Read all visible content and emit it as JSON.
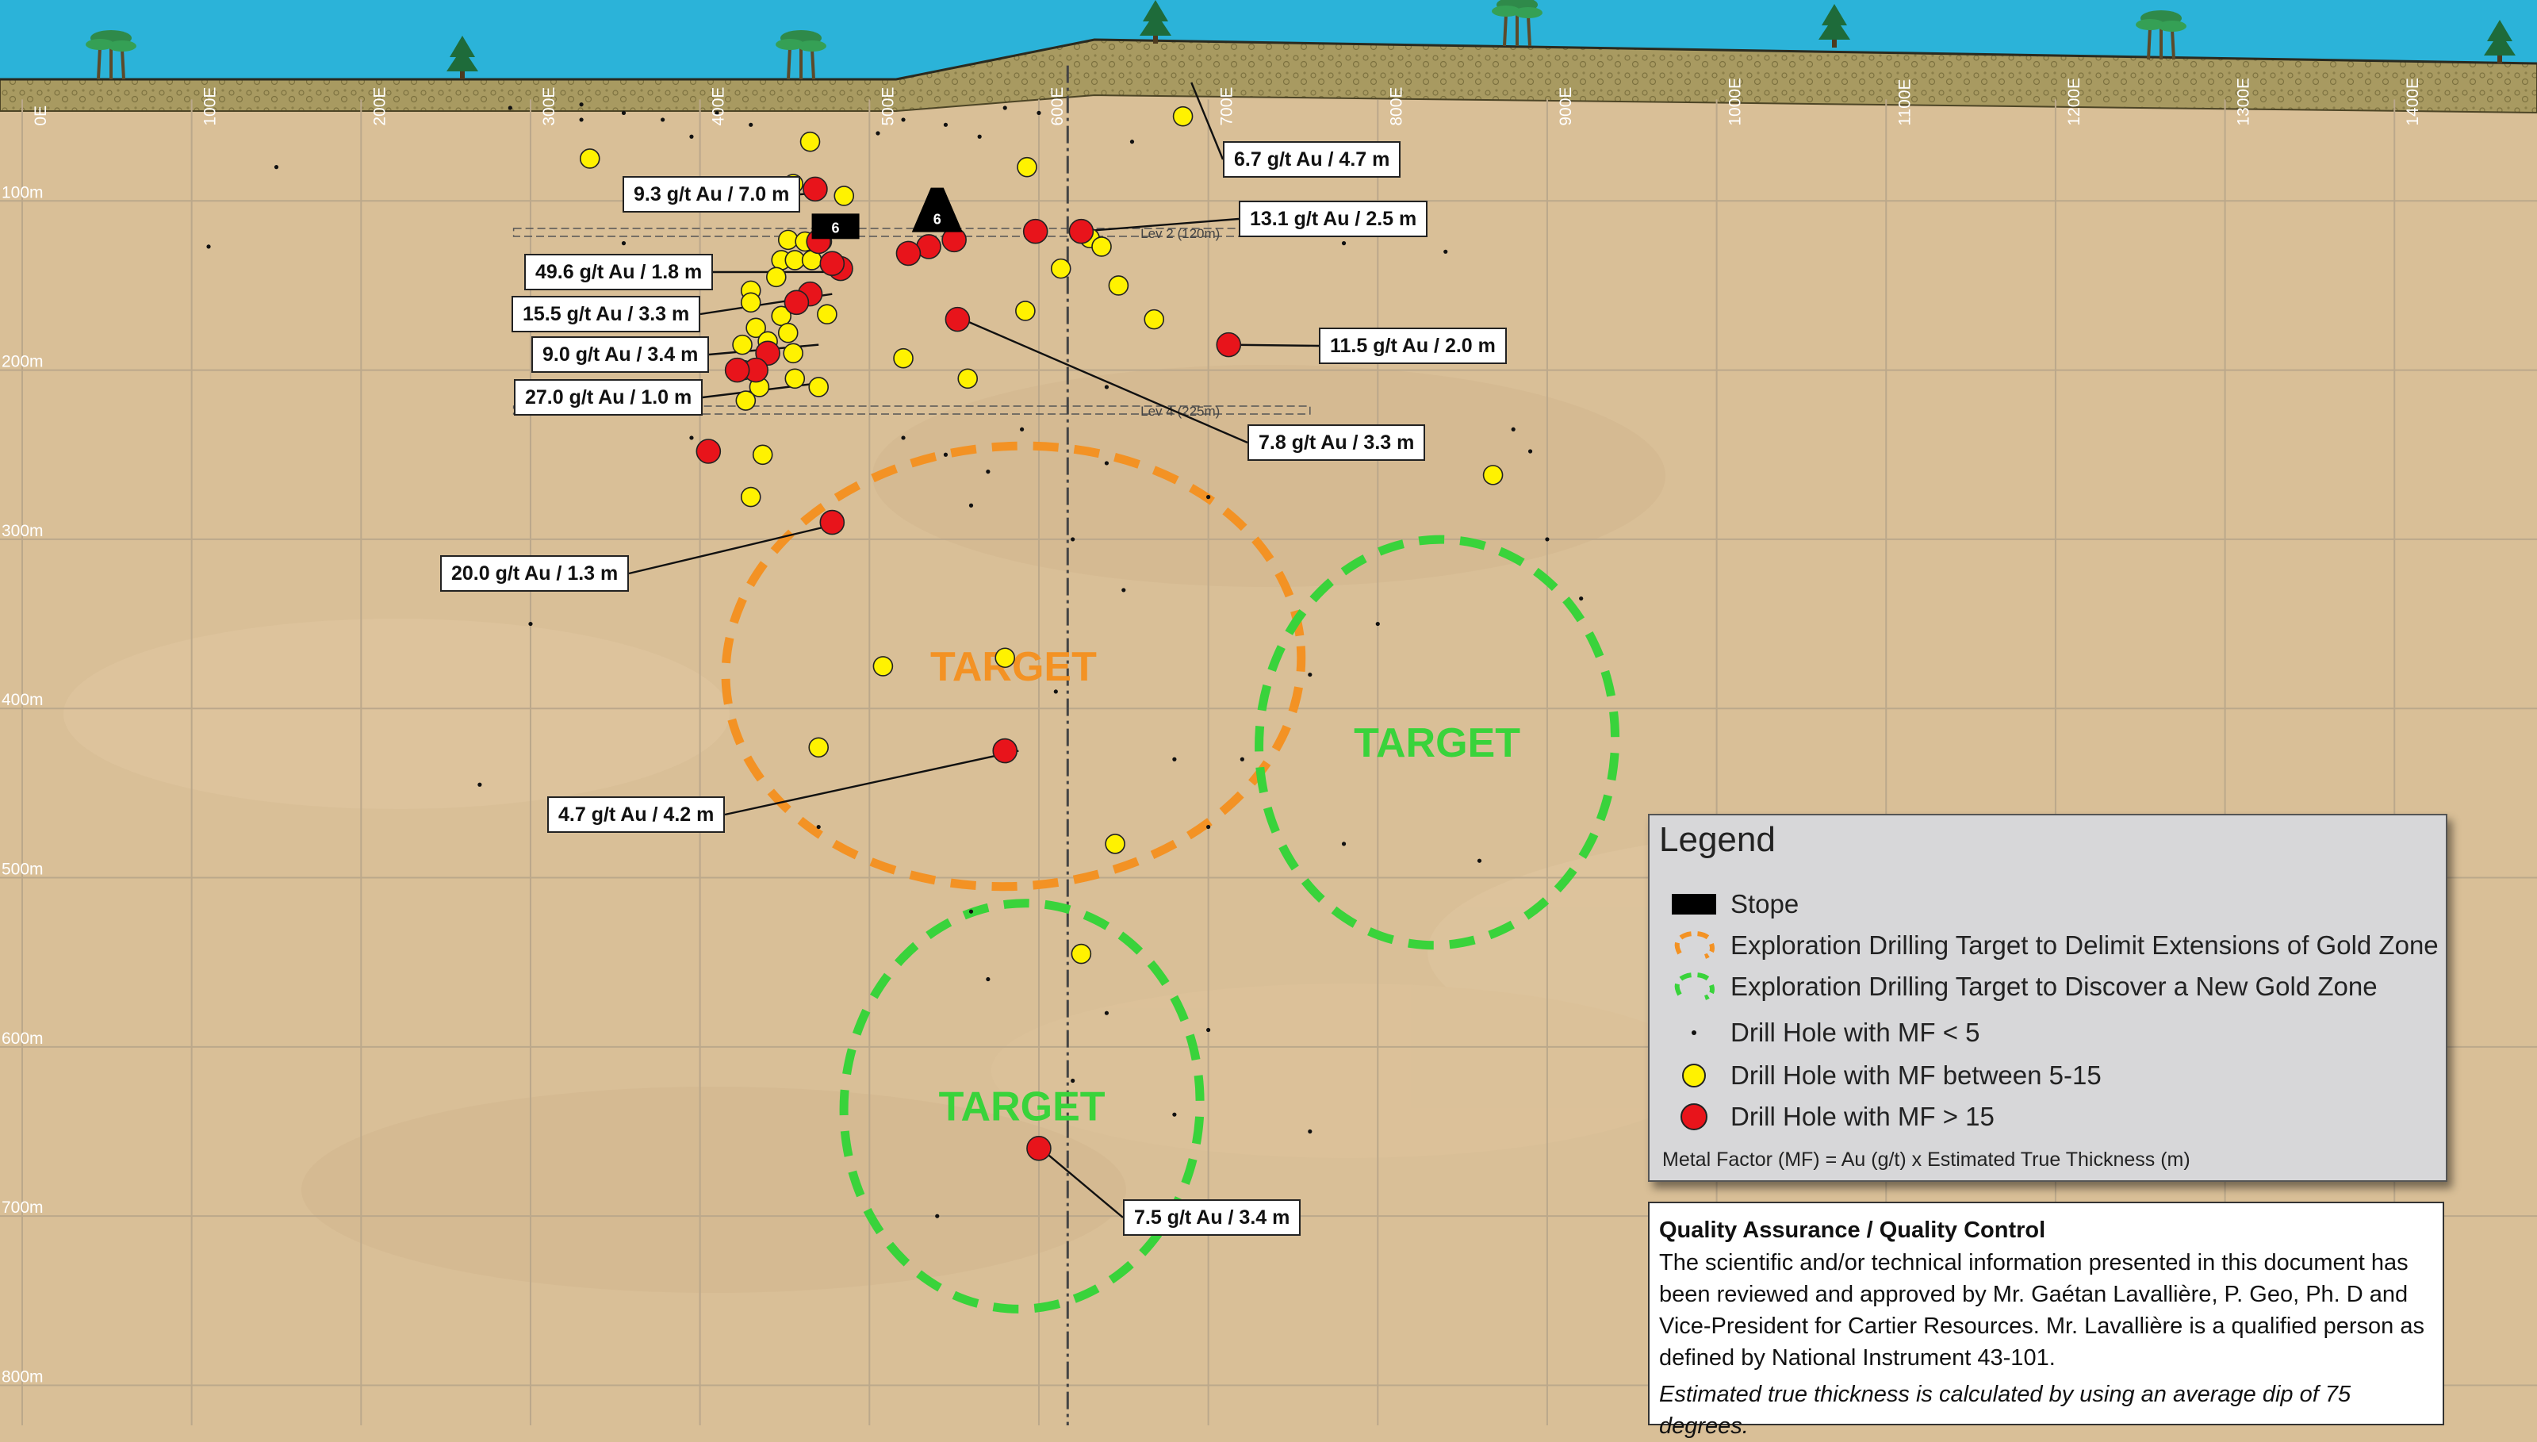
{
  "easting_labels": [
    "0E",
    "100E",
    "200E",
    "300E",
    "400E",
    "500E",
    "600E",
    "700E",
    "800E",
    "900E",
    "1000E",
    "1100E",
    "1200E",
    "1300E",
    "1400E"
  ],
  "depth_labels": [
    "100m",
    "200m",
    "300m",
    "400m",
    "500m",
    "600m",
    "700m",
    "800m"
  ],
  "levels": [
    {
      "label": "Lev 2 (120m)",
      "depth_m": 120
    },
    {
      "label": "Lev 4 (225m)",
      "depth_m": 225
    }
  ],
  "stopes": [
    {
      "label": "6",
      "e": 480,
      "d": 115
    },
    {
      "label": "6",
      "e": 540,
      "d": 110
    }
  ],
  "target_labels": {
    "orange": "TARGET",
    "green": "TARGET"
  },
  "targets": [
    {
      "kind": "orange",
      "e": 585,
      "d": 375
    },
    {
      "kind": "green",
      "e": 835,
      "d": 420
    },
    {
      "kind": "green",
      "e": 590,
      "d": 635
    }
  ],
  "intercepts": [
    {
      "text": "9.3 g/t Au / 7.0 m",
      "e": 473,
      "d": 95
    },
    {
      "text": "6.7 g/t Au / 4.7 m",
      "e": 690,
      "d": 30
    },
    {
      "text": "13.1 g/t Au / 2.5 m",
      "e": 625,
      "d": 118
    },
    {
      "text": "49.6 g/t Au / 1.8 m",
      "e": 483,
      "d": 142
    },
    {
      "text": "15.5 g/t Au / 3.3 m",
      "e": 478,
      "d": 155
    },
    {
      "text": "9.0 g/t Au / 3.4 m",
      "e": 470,
      "d": 185
    },
    {
      "text": "11.5 g/t Au / 2.0 m",
      "e": 712,
      "d": 185
    },
    {
      "text": "27.0 g/t Au / 1.0 m",
      "e": 468,
      "d": 208
    },
    {
      "text": "7.8 g/t Au / 3.3 m",
      "e": 555,
      "d": 170
    },
    {
      "text": "20.0 g/t Au / 1.3 m",
      "e": 485,
      "d": 290
    },
    {
      "text": "4.7 g/t Au / 4.2 m",
      "e": 588,
      "d": 425
    },
    {
      "text": "7.5 g/t Au / 3.4 m",
      "e": 601,
      "d": 660
    }
  ],
  "legend": {
    "title": "Legend",
    "items": [
      {
        "symbol": "stope",
        "label": "Stope"
      },
      {
        "symbol": "orange-dash",
        "label": "Exploration Drilling Target to Delimit Extensions of Gold Zone"
      },
      {
        "symbol": "green-dash",
        "label": "Exploration Drilling Target to Discover a New Gold Zone"
      },
      {
        "symbol": "black-dot",
        "label": "Drill Hole with MF  < 5"
      },
      {
        "symbol": "yellow-dot",
        "label": "Drill Hole with MF between 5-15"
      },
      {
        "symbol": "red-dot",
        "label": "Drill Hole with MF > 15"
      }
    ],
    "note": "Metal Factor (MF) = Au (g/t) x Estimated True Thickness (m)"
  },
  "qaqc": {
    "title": "Quality Assurance / Quality Control",
    "body": "The scientific and/or technical information presented in this document has been reviewed and approved by Mr. Gaétan Lavallière, P. Geo, Ph. D and Vice-President for Cartier Resources. Mr. Lavallière is a qualified person as defined by National Instrument 43-101.",
    "note": "Estimated true thickness is calculated by using an average dip of 75 degrees."
  },
  "colors": {
    "sky": "#2bb3d9",
    "overburden": "#a89a61",
    "rock": "#d9bf97",
    "grid": "#bba88b",
    "orange_target": "#f39224",
    "green_target": "#39d33b",
    "mf_high": "#e8141b",
    "mf_mid": "#fff200",
    "mf_low": "#111111",
    "stope": "#000000"
  },
  "drill_holes": {
    "red": [
      {
        "e": 468,
        "d": 93
      },
      {
        "e": 598,
        "d": 118
      },
      {
        "e": 625,
        "d": 118
      },
      {
        "e": 550,
        "d": 123
      },
      {
        "e": 535,
        "d": 127
      },
      {
        "e": 523,
        "d": 131
      },
      {
        "e": 483,
        "d": 140
      },
      {
        "e": 478,
        "d": 137
      },
      {
        "e": 465,
        "d": 155
      },
      {
        "e": 457,
        "d": 160
      },
      {
        "e": 440,
        "d": 190
      },
      {
        "e": 433,
        "d": 200
      },
      {
        "e": 552,
        "d": 170
      },
      {
        "e": 712,
        "d": 185
      },
      {
        "e": 422,
        "d": 200
      },
      {
        "e": 405,
        "d": 248
      },
      {
        "e": 478,
        "d": 290
      },
      {
        "e": 580,
        "d": 425
      },
      {
        "e": 600,
        "d": 660
      },
      {
        "e": 470,
        "d": 124
      }
    ],
    "yellow": [
      {
        "e": 335,
        "d": 75
      },
      {
        "e": 465,
        "d": 65
      },
      {
        "e": 593,
        "d": 80
      },
      {
        "e": 685,
        "d": 50
      },
      {
        "e": 485,
        "d": 97
      },
      {
        "e": 455,
        "d": 90
      },
      {
        "e": 452,
        "d": 123
      },
      {
        "e": 462,
        "d": 124
      },
      {
        "e": 472,
        "d": 124
      },
      {
        "e": 448,
        "d": 135
      },
      {
        "e": 456,
        "d": 135
      },
      {
        "e": 466,
        "d": 135
      },
      {
        "e": 445,
        "d": 145
      },
      {
        "e": 430,
        "d": 153
      },
      {
        "e": 630,
        "d": 122
      },
      {
        "e": 637,
        "d": 127
      },
      {
        "e": 613,
        "d": 140
      },
      {
        "e": 647,
        "d": 150
      },
      {
        "e": 430,
        "d": 160
      },
      {
        "e": 448,
        "d": 168
      },
      {
        "e": 475,
        "d": 167
      },
      {
        "e": 592,
        "d": 165
      },
      {
        "e": 668,
        "d": 170
      },
      {
        "e": 433,
        "d": 175
      },
      {
        "e": 452,
        "d": 178
      },
      {
        "e": 425,
        "d": 185
      },
      {
        "e": 440,
        "d": 183
      },
      {
        "e": 455,
        "d": 190
      },
      {
        "e": 520,
        "d": 193
      },
      {
        "e": 426,
        "d": 200
      },
      {
        "e": 456,
        "d": 205
      },
      {
        "e": 558,
        "d": 205
      },
      {
        "e": 435,
        "d": 210
      },
      {
        "e": 427,
        "d": 218
      },
      {
        "e": 437,
        "d": 250
      },
      {
        "e": 430,
        "d": 275
      },
      {
        "e": 470,
        "d": 210
      },
      {
        "e": 508,
        "d": 375
      },
      {
        "e": 580,
        "d": 370
      },
      {
        "e": 470,
        "d": 423
      },
      {
        "e": 645,
        "d": 480
      },
      {
        "e": 625,
        "d": 545
      },
      {
        "e": 868,
        "d": 262
      }
    ],
    "black": [
      {
        "e": 288,
        "d": 45
      },
      {
        "e": 330,
        "d": 43
      },
      {
        "e": 355,
        "d": 48
      },
      {
        "e": 378,
        "d": 52
      },
      {
        "e": 395,
        "d": 62
      },
      {
        "e": 410,
        "d": 48
      },
      {
        "e": 430,
        "d": 55
      },
      {
        "e": 505,
        "d": 60
      },
      {
        "e": 520,
        "d": 52
      },
      {
        "e": 545,
        "d": 55
      },
      {
        "e": 565,
        "d": 62
      },
      {
        "e": 580,
        "d": 45
      },
      {
        "e": 600,
        "d": 48
      },
      {
        "e": 655,
        "d": 65
      },
      {
        "e": 720,
        "d": 80
      },
      {
        "e": 760,
        "d": 118
      },
      {
        "e": 780,
        "d": 125
      },
      {
        "e": 840,
        "d": 130
      },
      {
        "e": 150,
        "d": 80
      },
      {
        "e": 110,
        "d": 127
      },
      {
        "e": 300,
        "d": 150
      },
      {
        "e": 320,
        "d": 175
      },
      {
        "e": 360,
        "d": 220
      },
      {
        "e": 395,
        "d": 240
      },
      {
        "e": 520,
        "d": 240
      },
      {
        "e": 545,
        "d": 250
      },
      {
        "e": 570,
        "d": 260
      },
      {
        "e": 590,
        "d": 235
      },
      {
        "e": 560,
        "d": 280
      },
      {
        "e": 620,
        "d": 300
      },
      {
        "e": 640,
        "d": 255
      },
      {
        "e": 700,
        "d": 275
      },
      {
        "e": 650,
        "d": 330
      },
      {
        "e": 610,
        "d": 390
      },
      {
        "e": 680,
        "d": 430
      },
      {
        "e": 700,
        "d": 470
      },
      {
        "e": 720,
        "d": 430
      },
      {
        "e": 880,
        "d": 235
      },
      {
        "e": 890,
        "d": 248
      },
      {
        "e": 900,
        "d": 300
      },
      {
        "e": 920,
        "d": 335
      },
      {
        "e": 800,
        "d": 350
      },
      {
        "e": 760,
        "d": 380
      },
      {
        "e": 270,
        "d": 445
      },
      {
        "e": 470,
        "d": 470
      },
      {
        "e": 300,
        "d": 350
      },
      {
        "e": 780,
        "d": 480
      },
      {
        "e": 860,
        "d": 490
      },
      {
        "e": 560,
        "d": 520
      },
      {
        "e": 640,
        "d": 580
      },
      {
        "e": 620,
        "d": 620
      },
      {
        "e": 700,
        "d": 590
      },
      {
        "e": 680,
        "d": 640
      },
      {
        "e": 760,
        "d": 650
      },
      {
        "e": 700,
        "d": 700
      },
      {
        "e": 540,
        "d": 700
      },
      {
        "e": 570,
        "d": 560
      },
      {
        "e": 330,
        "d": 52
      },
      {
        "e": 355,
        "d": 125
      },
      {
        "e": 640,
        "d": 210
      }
    ]
  }
}
